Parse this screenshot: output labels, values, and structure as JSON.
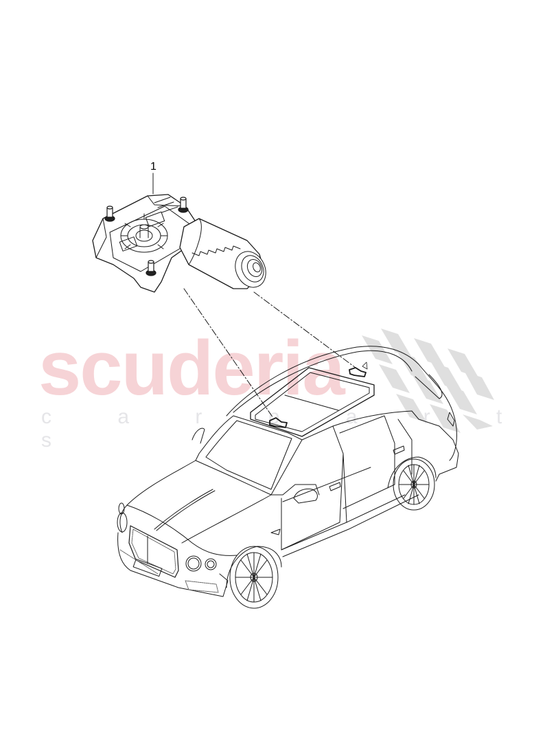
{
  "diagram": {
    "type": "parts-exploded-view",
    "callouts": [
      {
        "number": "1",
        "part": "sunroof motor"
      }
    ],
    "components": [
      "sunroof-drive-motor",
      "vehicle-suv-outline",
      "sunroof-glass-panel",
      "motor-mount-location-front",
      "motor-mount-location-rear"
    ]
  },
  "watermark": {
    "brand": "scuderia",
    "tagline": "c a r   p a r t s",
    "brand_color": "#f6d3d6",
    "tagline_color": "#e5e5e8",
    "flag_color": "#dcdcdc"
  },
  "colors": {
    "line": "#1a1a1a",
    "background": "#ffffff"
  }
}
